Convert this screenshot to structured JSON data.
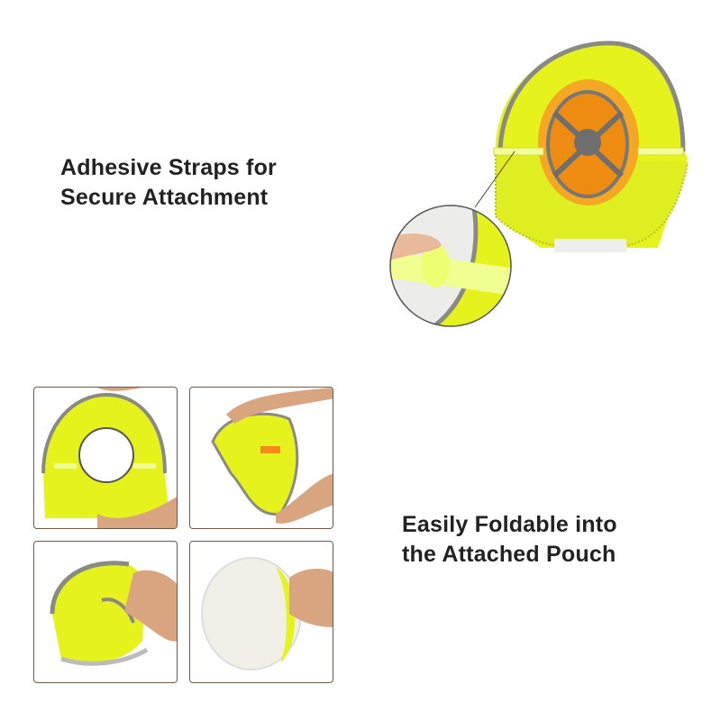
{
  "captions": {
    "top": [
      "Adhesive Straps for",
      "Secure Attachment"
    ],
    "bottom": [
      "Easily Foldable into",
      "the Attached Pouch"
    ]
  },
  "colors": {
    "hi_vis_yellow": "#e6f21c",
    "reflective_gray": "#8a8a85",
    "helmet_orange": "#f5a623",
    "panel_border": "#6b5a4a",
    "text": "#222222"
  },
  "images": {
    "main": "hard-hat-with-neck-shade-underside-view",
    "inset": "hand-peeling-adhesive-strap-closeup",
    "steps": [
      "hands-holding-open-neck-shade",
      "hands-twisting-neck-shade",
      "hand-folding-shade-into-circle",
      "hand-inserting-folded-shade-into-pouch"
    ]
  }
}
